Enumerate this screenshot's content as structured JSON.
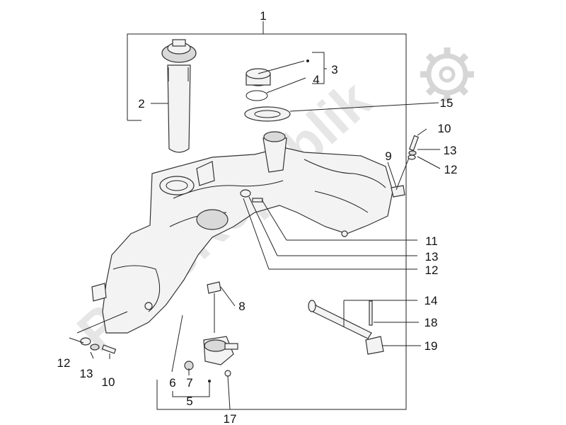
{
  "watermark": {
    "text": "PartsRepublik",
    "logo_icon": "gear-icon"
  },
  "callouts": {
    "c1": "1",
    "c2": "2",
    "c3": "3",
    "c4": "4",
    "c5": "5",
    "c6": "6",
    "c7": "7",
    "c8": "8",
    "c9": "9",
    "c10a": "10",
    "c10b": "10",
    "c11": "11",
    "c12a": "12",
    "c12b": "12",
    "c12c": "12",
    "c13a": "13",
    "c13b": "13",
    "c13c": "13",
    "c14": "14",
    "c15": "15",
    "c17": "17",
    "c18": "18",
    "c19": "19"
  }
}
